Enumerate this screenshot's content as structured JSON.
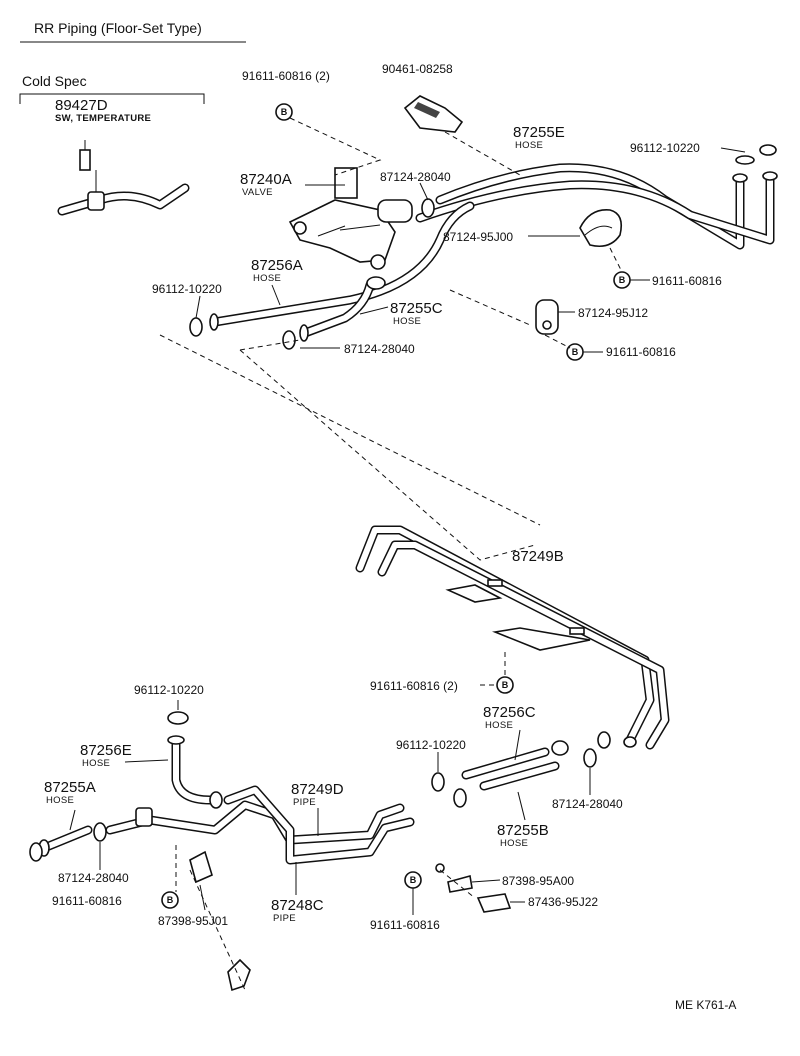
{
  "title": "RR Piping (Floor-Set Type)",
  "cold_spec": {
    "heading": "Cold Spec",
    "part_number": "89427D",
    "part_name": "SW, TEMPERATURE"
  },
  "bolt_marker": "B",
  "labels": {
    "p91611_60816_2_top": "91611-60816 (2)",
    "p90461_08258": "90461-08258",
    "p87255E": "87255E",
    "p87255E_sub": "HOSE",
    "p96112_10220_tr": "96112-10220",
    "p87240A": "87240A",
    "p87240A_sub": "VALVE",
    "p87124_28040_top": "87124-28040",
    "p87124_95J00": "87124-95J00",
    "p91611_60816_right1": "91611-60816",
    "p87256A": "87256A",
    "p87256A_sub": "HOSE",
    "p96112_10220_left": "96112-10220",
    "p87255C": "87255C",
    "p87255C_sub": "HOSE",
    "p87124_95J12": "87124-95J12",
    "p87124_28040_mid": "87124-28040",
    "p91611_60816_right2": "91611-60816",
    "p87249B": "87249B",
    "p91611_60816_2_mid": "91611-60816 (2)",
    "p96112_10220_bl": "96112-10220",
    "p87256C": "87256C",
    "p87256C_sub": "HOSE",
    "p87256E": "87256E",
    "p87256E_sub": "HOSE",
    "p96112_10220_bm": "96112-10220",
    "p87255A": "87255A",
    "p87255A_sub": "HOSE",
    "p87249D": "87249D",
    "p87249D_sub": "PIPE",
    "p87124_28040_br": "87124-28040",
    "p87255B": "87255B",
    "p87255B_sub": "HOSE",
    "p87124_28040_bl": "87124-28040",
    "p91611_60816_bl": "91611-60816",
    "p87398_95J01": "87398-95J01",
    "p87248C": "87248C",
    "p87248C_sub": "PIPE",
    "p87398_95A00": "87398-95A00",
    "p87436_95J22": "87436-95J22",
    "p91611_60816_bm": "91611-60816"
  },
  "footer_code": "ME  K761-A"
}
